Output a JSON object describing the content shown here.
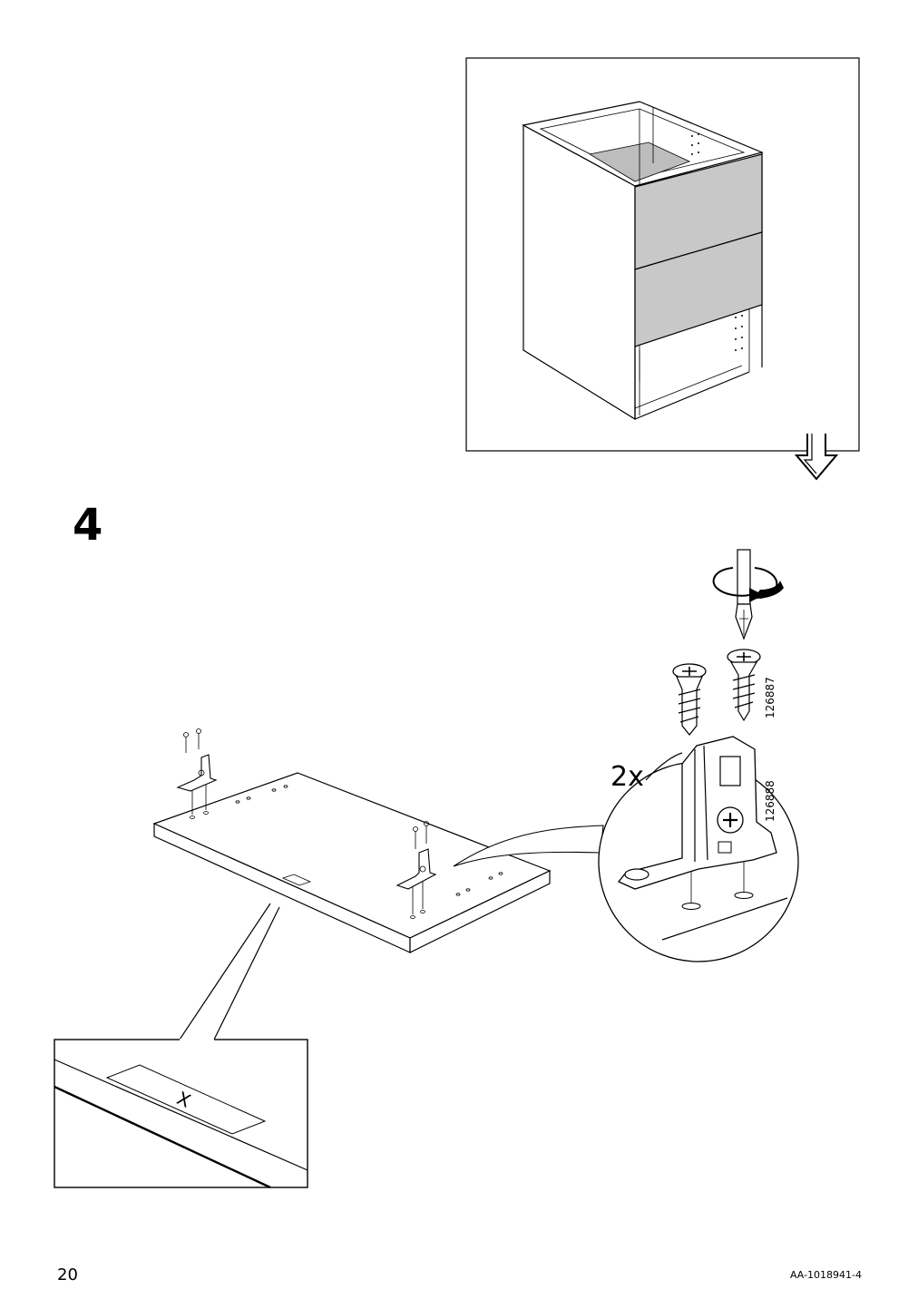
{
  "step": {
    "number": "4"
  },
  "callout": {
    "quantity": "2x"
  },
  "parts": {
    "screw_code": "126887",
    "bracket_code": "126888"
  },
  "detail": {
    "mark": "X"
  },
  "footer": {
    "page_number": "20",
    "doc_code": "AA-1018941-4"
  }
}
